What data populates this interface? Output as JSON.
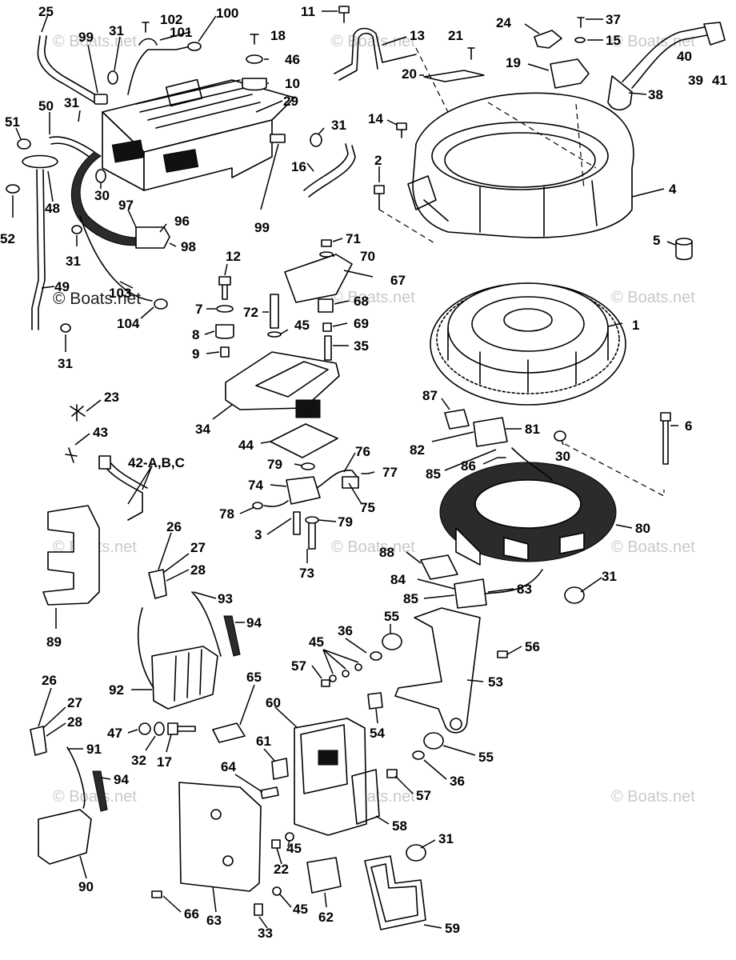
{
  "diagram": {
    "copyright": "© Boats.net",
    "watermark": "© Boats.net",
    "callouts": [
      {
        "id": "c25",
        "text": "25"
      },
      {
        "id": "c31a",
        "text": "31"
      },
      {
        "id": "c102",
        "text": "102"
      },
      {
        "id": "c100",
        "text": "100"
      },
      {
        "id": "c99a",
        "text": "99"
      },
      {
        "id": "c101",
        "text": "101"
      },
      {
        "id": "c18",
        "text": "18"
      },
      {
        "id": "c11",
        "text": "11"
      },
      {
        "id": "c13",
        "text": "13"
      },
      {
        "id": "c21",
        "text": "21"
      },
      {
        "id": "c24",
        "text": "24"
      },
      {
        "id": "c37",
        "text": "37"
      },
      {
        "id": "c15",
        "text": "15"
      },
      {
        "id": "c40",
        "text": "40"
      },
      {
        "id": "c41",
        "text": "41"
      },
      {
        "id": "c39",
        "text": "39"
      },
      {
        "id": "c46",
        "text": "46"
      },
      {
        "id": "c10",
        "text": "10"
      },
      {
        "id": "c19",
        "text": "19"
      },
      {
        "id": "c20",
        "text": "20"
      },
      {
        "id": "c38",
        "text": "38"
      },
      {
        "id": "c29",
        "text": "29"
      },
      {
        "id": "c31b",
        "text": "31"
      },
      {
        "id": "c50",
        "text": "50"
      },
      {
        "id": "c51",
        "text": "51"
      },
      {
        "id": "c14",
        "text": "14"
      },
      {
        "id": "c31c",
        "text": "31"
      },
      {
        "id": "c16",
        "text": "16"
      },
      {
        "id": "c2",
        "text": "2"
      },
      {
        "id": "c4",
        "text": "4"
      },
      {
        "id": "c48",
        "text": "48"
      },
      {
        "id": "c30a",
        "text": "30"
      },
      {
        "id": "c52",
        "text": "52"
      },
      {
        "id": "c97",
        "text": "97"
      },
      {
        "id": "c96",
        "text": "96"
      },
      {
        "id": "c98",
        "text": "98"
      },
      {
        "id": "c99b",
        "text": "99"
      },
      {
        "id": "c5",
        "text": "5"
      },
      {
        "id": "c71",
        "text": "71"
      },
      {
        "id": "c70",
        "text": "70"
      },
      {
        "id": "c31d",
        "text": "31"
      },
      {
        "id": "c12",
        "text": "12"
      },
      {
        "id": "c67",
        "text": "67"
      },
      {
        "id": "c49",
        "text": "49"
      },
      {
        "id": "c103",
        "text": "103"
      },
      {
        "id": "c68",
        "text": "68"
      },
      {
        "id": "c1",
        "text": "1"
      },
      {
        "id": "c7",
        "text": "7"
      },
      {
        "id": "c72",
        "text": "72"
      },
      {
        "id": "c104",
        "text": "104"
      },
      {
        "id": "c45a",
        "text": "45"
      },
      {
        "id": "c69",
        "text": "69"
      },
      {
        "id": "c8",
        "text": "8"
      },
      {
        "id": "c35",
        "text": "35"
      },
      {
        "id": "c9",
        "text": "9"
      },
      {
        "id": "c31e",
        "text": "31"
      },
      {
        "id": "c23",
        "text": "23"
      },
      {
        "id": "c87",
        "text": "87"
      },
      {
        "id": "c34",
        "text": "34"
      },
      {
        "id": "c81",
        "text": "81"
      },
      {
        "id": "c6",
        "text": "6"
      },
      {
        "id": "c43",
        "text": "43"
      },
      {
        "id": "c82",
        "text": "82"
      },
      {
        "id": "c44",
        "text": "44"
      },
      {
        "id": "c76",
        "text": "76"
      },
      {
        "id": "c30b",
        "text": "30"
      },
      {
        "id": "c42",
        "text": "42-A,B,C"
      },
      {
        "id": "c79a",
        "text": "79"
      },
      {
        "id": "c77",
        "text": "77"
      },
      {
        "id": "c85a",
        "text": "85"
      },
      {
        "id": "c86",
        "text": "86"
      },
      {
        "id": "c74",
        "text": "74"
      },
      {
        "id": "c75",
        "text": "75"
      },
      {
        "id": "c78",
        "text": "78"
      },
      {
        "id": "c3",
        "text": "3"
      },
      {
        "id": "c79b",
        "text": "79"
      },
      {
        "id": "c80",
        "text": "80"
      },
      {
        "id": "c26a",
        "text": "26"
      },
      {
        "id": "c27a",
        "text": "27"
      },
      {
        "id": "c88",
        "text": "88"
      },
      {
        "id": "c73",
        "text": "73"
      },
      {
        "id": "c28a",
        "text": "28"
      },
      {
        "id": "c31f",
        "text": "31"
      },
      {
        "id": "c84",
        "text": "84"
      },
      {
        "id": "c83",
        "text": "83"
      },
      {
        "id": "c93",
        "text": "93"
      },
      {
        "id": "c85b",
        "text": "85"
      },
      {
        "id": "c94a",
        "text": "94"
      },
      {
        "id": "c55a",
        "text": "55"
      },
      {
        "id": "c36a",
        "text": "36"
      },
      {
        "id": "c89",
        "text": "89"
      },
      {
        "id": "c45b",
        "text": "45"
      },
      {
        "id": "c56",
        "text": "56"
      },
      {
        "id": "c57a",
        "text": "57"
      },
      {
        "id": "c65",
        "text": "65"
      },
      {
        "id": "c53",
        "text": "53"
      },
      {
        "id": "c92",
        "text": "92"
      },
      {
        "id": "c26b",
        "text": "26"
      },
      {
        "id": "c60",
        "text": "60"
      },
      {
        "id": "c27b",
        "text": "27"
      },
      {
        "id": "c28b",
        "text": "28"
      },
      {
        "id": "c54",
        "text": "54"
      },
      {
        "id": "c47",
        "text": "47"
      },
      {
        "id": "c91",
        "text": "91"
      },
      {
        "id": "c32",
        "text": "32"
      },
      {
        "id": "c17",
        "text": "17"
      },
      {
        "id": "c61",
        "text": "61"
      },
      {
        "id": "c55b",
        "text": "55"
      },
      {
        "id": "c94b",
        "text": "94"
      },
      {
        "id": "c64",
        "text": "64"
      },
      {
        "id": "c36b",
        "text": "36"
      },
      {
        "id": "c57b",
        "text": "57"
      },
      {
        "id": "c58",
        "text": "58"
      },
      {
        "id": "c31g",
        "text": "31"
      },
      {
        "id": "c45c",
        "text": "45"
      },
      {
        "id": "c22",
        "text": "22"
      },
      {
        "id": "c90",
        "text": "90"
      },
      {
        "id": "c66",
        "text": "66"
      },
      {
        "id": "c63",
        "text": "63"
      },
      {
        "id": "c45d",
        "text": "45"
      },
      {
        "id": "c62",
        "text": "62"
      },
      {
        "id": "c59",
        "text": "59"
      },
      {
        "id": "c33",
        "text": "33"
      }
    ]
  }
}
